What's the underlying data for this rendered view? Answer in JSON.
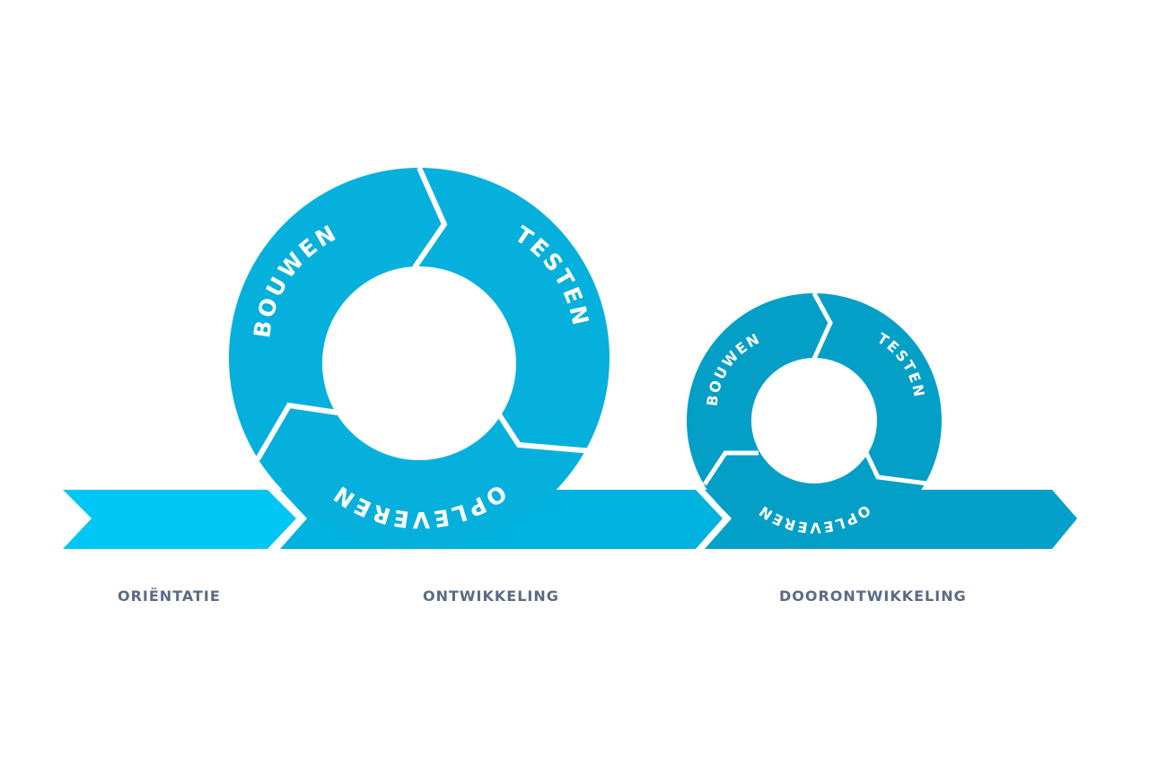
{
  "phases": [
    {
      "label": "ORIËNTATIE"
    },
    {
      "label": "ONTWIKKELING"
    },
    {
      "label": "DOORONTWIKKELING"
    }
  ],
  "cycles": [
    {
      "build": "BOUWEN",
      "test": "TESTEN",
      "deliver": "OPLEVEREN"
    },
    {
      "build": "BOUWEN",
      "test": "TESTEN",
      "deliver": "OPLEVEREN"
    }
  ],
  "colors": {
    "arrow_1": "#00c6f5",
    "arrow_2": "#00b2de",
    "arrow_3": "#03a0c9",
    "ring_large": "#06b0dc",
    "ring_small": "#049fc7",
    "label_text": "#5a6b82",
    "cycle_text": "#ffffff"
  }
}
